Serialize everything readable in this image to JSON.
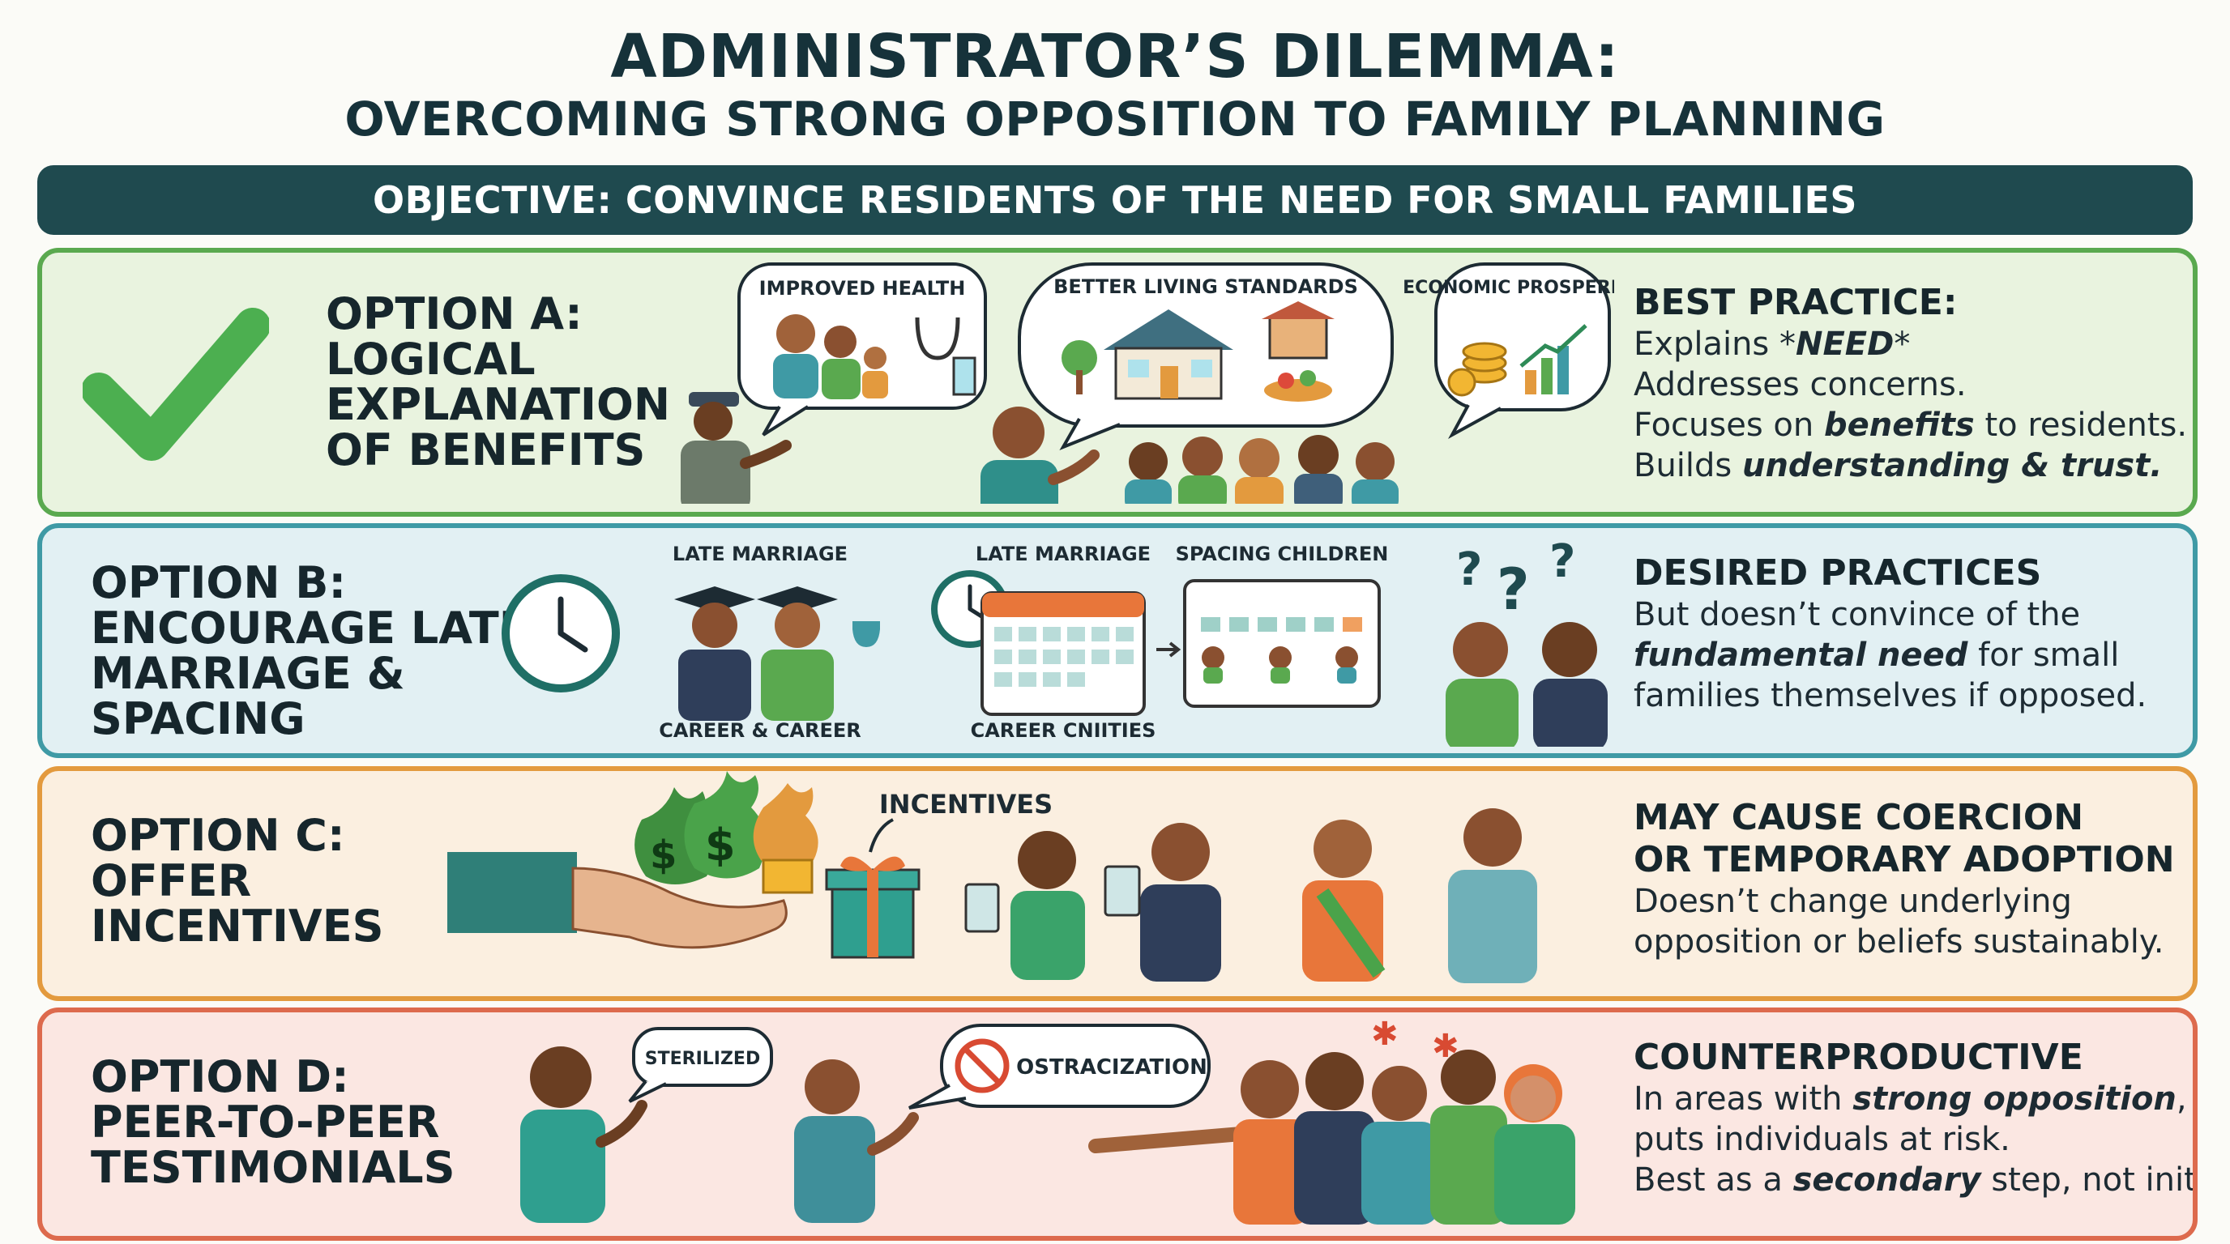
{
  "title": {
    "line1": "ADMINISTRATOR’S DILEMMA:",
    "line2": "OVERCOMING STRONG OPPOSITION TO FAMILY PLANNING"
  },
  "objective": "OBJECTIVE: CONVINCE RESIDENTS OF THE NEED FOR SMALL FAMILIES",
  "colors": {
    "dark_teal": "#1f4a4f",
    "green": "#5aa94f",
    "blue_teal": "#3f9aa5",
    "orange": "#e39a3e",
    "red": "#dd6a4d"
  },
  "option_a": {
    "title": [
      "OPTION A:",
      "LOGICAL",
      "EXPLANATION",
      "OF BENEFITS"
    ],
    "icon": "check-mark-icon",
    "bubbles": [
      "IMPROVED HEALTH",
      "BETTER LIVING STANDARDS",
      "ECONOMIC PROSPERITY"
    ],
    "side_head": "BEST PRACTICE:",
    "side_lines": [
      [
        "Explains *",
        "NEED",
        "*"
      ],
      [
        "Addresses concerns."
      ],
      [
        "Focuses on ",
        "benefits",
        " to residents."
      ],
      [
        "Builds ",
        "understanding & trust."
      ]
    ]
  },
  "option_b": {
    "title": [
      "OPTION B:",
      "ENCOURAGE LATE",
      "MARRIAGE &",
      "SPACING"
    ],
    "labels": {
      "late_marriage_1": "LATE MARRIAGE",
      "career_career": "CAREER & CAREER",
      "late_marriage_2": "LATE MARRIAGE",
      "spacing_children": "SPACING CHILDREN",
      "career_cnities": "CAREER CNIITIES"
    },
    "side_head": "DESIRED PRACTICES",
    "side_lines": [
      [
        "But doesn’t convince of the"
      ],
      [
        "",
        "fundamental need",
        " for small"
      ],
      [
        "families themselves if opposed."
      ]
    ]
  },
  "option_c": {
    "title": [
      "OPTION C:",
      "OFFER",
      "INCENTIVES"
    ],
    "labels": {
      "incentives": "INCENTIVES"
    },
    "side_head_lines": [
      "MAY CAUSE COERCION",
      "OR TEMPORARY ADOPTION"
    ],
    "side_lines": [
      [
        "Doesn’t change underlying"
      ],
      [
        "opposition or beliefs sustainably."
      ]
    ]
  },
  "option_d": {
    "title": [
      "OPTION D:",
      "PEER-TO-PEER",
      "TESTIMONIALS"
    ],
    "labels": {
      "sterilized": "STERILIZED",
      "ostracization": "OSTRACIZATION"
    },
    "side_head": "COUNTERPRODUCTIVE",
    "side_lines": [
      [
        "In areas with ",
        "strong opposition",
        ","
      ],
      [
        "puts individuals at risk."
      ],
      [
        "Best as a ",
        "secondary",
        " step, not initial."
      ]
    ]
  }
}
